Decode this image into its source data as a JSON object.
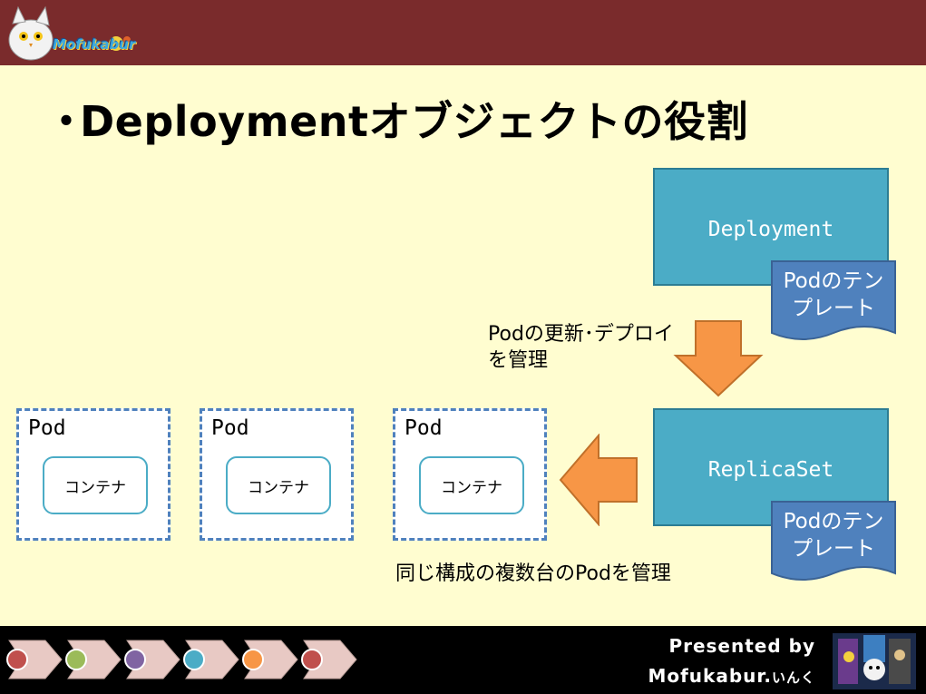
{
  "header": {
    "logo_text": "Mofukabur"
  },
  "slide": {
    "bullet": "・",
    "title": "Deploymentオブジェクトの役割"
  },
  "diagram": {
    "deployment_label": "Deployment",
    "replicaset_label": "ReplicaSet",
    "template_line1": "Podのテン",
    "template_line2": "プレート",
    "deploy_note_line1": "Podの更新･デプロイ",
    "deploy_note_line2": "を管理",
    "replica_note": "同じ構成の複数台のPodを管理",
    "pods": [
      {
        "label": "Pod",
        "container": "コンテナ"
      },
      {
        "label": "Pod",
        "container": "コンテナ"
      },
      {
        "label": "Pod",
        "container": "コンテナ"
      }
    ]
  },
  "footer": {
    "presented_by": "Presented by",
    "brand_main": "Mofukabur.",
    "brand_suffix": "いんく",
    "progress_colors": [
      "#c0504d",
      "#9bbb59",
      "#8064a2",
      "#4bacc6",
      "#f79646",
      "#c0504d"
    ]
  },
  "colors": {
    "header_bg": "#7a2b2c",
    "slide_bg": "#fffdd0",
    "teal": "#4bacc6",
    "doc_blue": "#4f81bd",
    "arrow_orange": "#f79646"
  }
}
